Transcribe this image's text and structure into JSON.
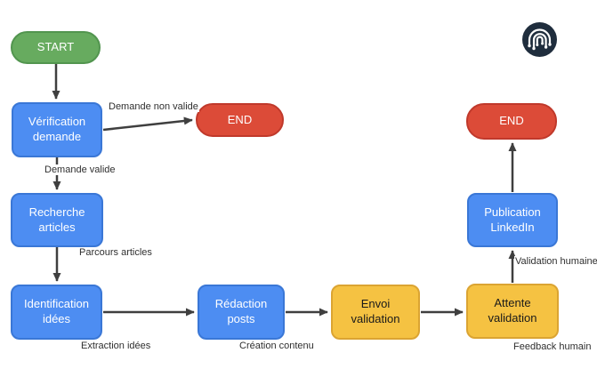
{
  "nodes": {
    "start": "START",
    "verification": "Vérification demande",
    "end_top": "END",
    "recherche": "Recherche articles",
    "identification": "Identification idées",
    "redaction": "Rédaction posts",
    "envoi": "Envoi validation",
    "attente": "Attente validation",
    "publication": "Publication LinkedIn",
    "end_right": "END"
  },
  "edge_labels": {
    "demande_non_valide": "Demande non valide",
    "demande_valide": "Demande valide",
    "parcours_articles": "Parcours articles",
    "extraction_idees": "Extraction idées",
    "creation_contenu": "Création contenu",
    "validation_humaine": "Validation humaine",
    "feedback_humain": "Feedback humain"
  },
  "palette": {
    "process_blue": "#4d8df2",
    "process_blue_border": "#3a77d6",
    "start_green": "#67ab5f",
    "start_green_border": "#52954f",
    "end_red": "#dc4b38",
    "end_red_border": "#c0392b",
    "wait_yellow": "#f5c242",
    "wait_yellow_border": "#dba432",
    "arrow_gray": "#3f3f3f",
    "logo_navy": "#1f2d3d"
  }
}
